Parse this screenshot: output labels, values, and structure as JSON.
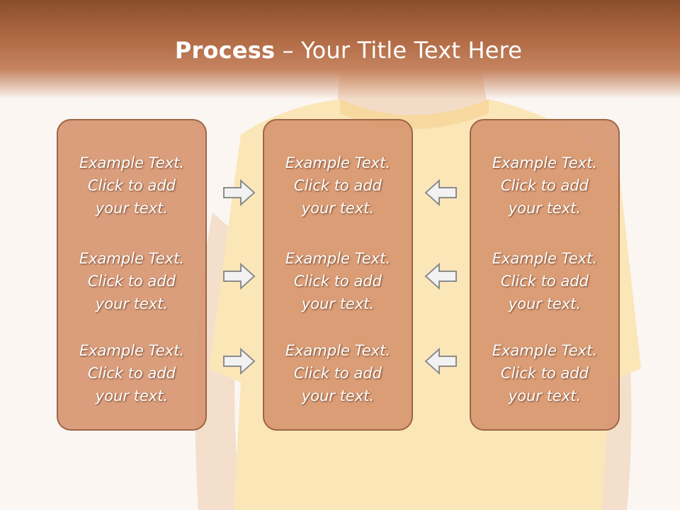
{
  "title": {
    "bold": "Process",
    "rest": " – Your Title Text Here"
  },
  "panels": [
    {
      "blocks": [
        {
          "lines": [
            "Example Text.",
            "Click  to add",
            "your text."
          ]
        },
        {
          "lines": [
            "Example Text.",
            "Click  to add",
            "your text."
          ]
        },
        {
          "lines": [
            "Example Text.",
            "Click  to add",
            "your text."
          ]
        }
      ]
    },
    {
      "blocks": [
        {
          "lines": [
            "Example Text.",
            "Click  to add",
            "your text."
          ]
        },
        {
          "lines": [
            "Example Text.",
            "Click  to add",
            "your text."
          ]
        },
        {
          "lines": [
            "Example Text.",
            "Click  to add",
            "your text."
          ]
        }
      ]
    },
    {
      "blocks": [
        {
          "lines": [
            "Example Text.",
            "Click  to add",
            "your text."
          ]
        },
        {
          "lines": [
            "Example Text.",
            "Click  to add",
            "your text."
          ]
        },
        {
          "lines": [
            "Example Text.",
            "Click  to add",
            "your text."
          ]
        }
      ]
    }
  ],
  "icons": {
    "left_arrows": "arrow-right-icon",
    "right_arrows": "arrow-left-icon"
  },
  "colors": {
    "header_dark": "#8a4e2c",
    "header_light": "#c58460",
    "panel_fill": "#d7956f",
    "panel_border": "#9c6647",
    "arrow_fill": "#f2f2f2",
    "arrow_stroke": "#8c8c8c"
  }
}
